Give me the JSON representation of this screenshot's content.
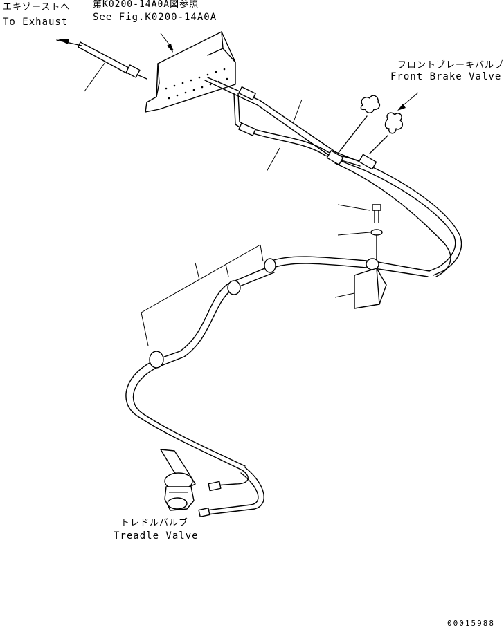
{
  "labels": {
    "exhaust_jp": "エキゾーストへ",
    "exhaust_en": "To Exhaust",
    "ref_jp": "第K0200-14A0A図参照",
    "ref_en": "See Fig.K0200-14A0A",
    "front_brake_jp": "フロントブレーキバルブ",
    "front_brake_en": "Front Brake Valve",
    "treadle_jp": "トレドルバルブ",
    "treadle_en": "Treadle Valve",
    "drawing_no": "00015988"
  }
}
